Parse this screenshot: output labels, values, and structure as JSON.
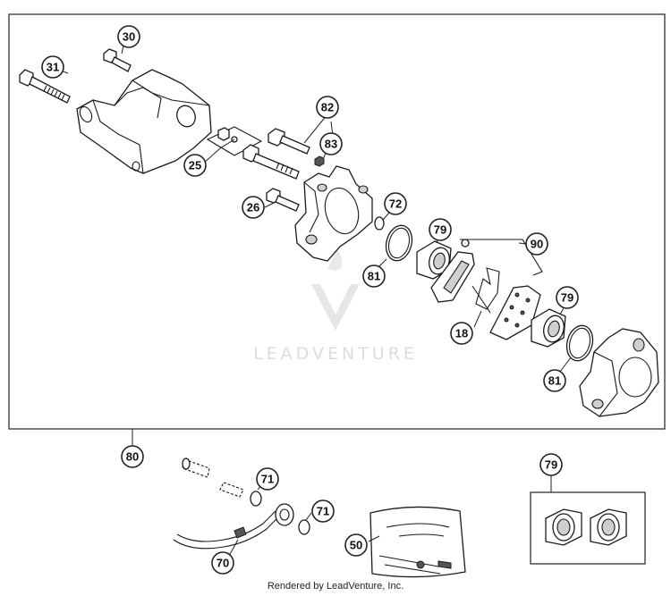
{
  "callouts": {
    "c30": "30",
    "c31": "31",
    "c25": "25",
    "c82": "82",
    "c83": "83",
    "c26": "26",
    "c72": "72",
    "c79a": "79",
    "c90": "90",
    "c81a": "81",
    "c18": "18",
    "c79b": "79",
    "c81b": "81",
    "c80": "80",
    "c71a": "71",
    "c71b": "71",
    "c70": "70",
    "c50": "50",
    "c79c": "79"
  },
  "watermark": {
    "brand": "LEADVENTURE"
  },
  "footer": {
    "credit": "Rendered by LeadVenture, Inc."
  }
}
